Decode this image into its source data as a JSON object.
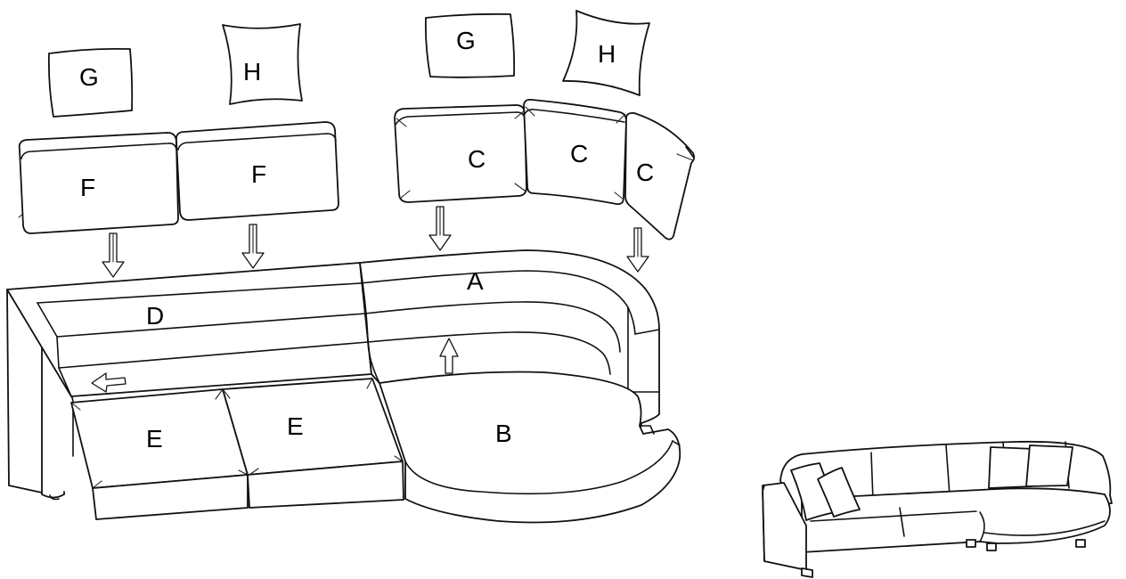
{
  "labels": {
    "cushion_g_left": "G",
    "cushion_h_left": "H",
    "cushion_g_right": "G",
    "cushion_h_right": "H",
    "back_f_left": "F",
    "back_f_right": "F",
    "back_c_1": "C",
    "back_c_2": "C",
    "back_c_3": "C",
    "base_a": "A",
    "base_b": "B",
    "base_d": "D",
    "seat_e_left": "E",
    "seat_e_right": "E"
  },
  "colors": {
    "stroke": "#111111",
    "fill": "#ffffff"
  }
}
